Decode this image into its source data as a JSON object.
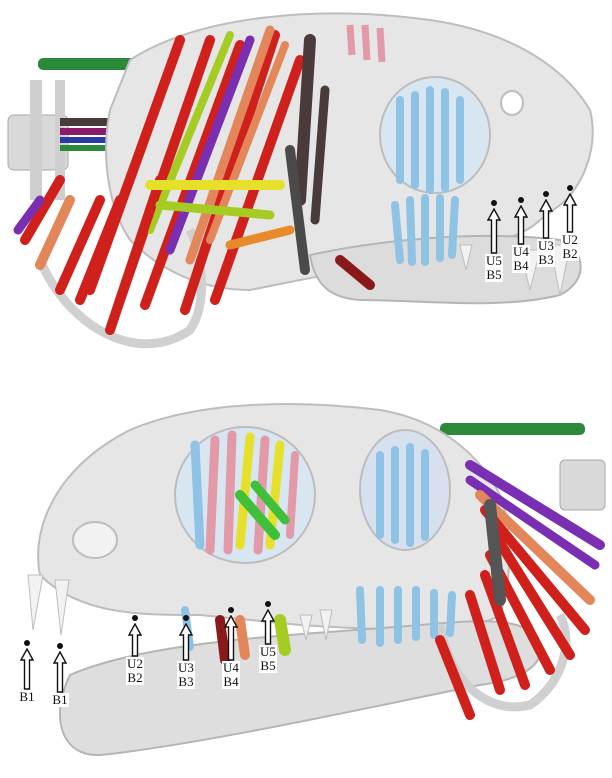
{
  "top_panel": {
    "markers": [
      {
        "id": "u5b5",
        "lines": [
          "U5",
          "B5"
        ]
      },
      {
        "id": "u4b4",
        "lines": [
          "U4",
          "B4"
        ]
      },
      {
        "id": "u3b3",
        "lines": [
          "U3",
          "B3"
        ]
      },
      {
        "id": "u2b2",
        "lines": [
          "U2",
          "B2"
        ]
      }
    ]
  },
  "bottom_panel": {
    "markers": [
      {
        "id": "b1a",
        "lines": [
          "B1"
        ]
      },
      {
        "id": "b1b",
        "lines": [
          "B1"
        ]
      },
      {
        "id": "u2b2",
        "lines": [
          "U2",
          "B2"
        ]
      },
      {
        "id": "u3b3",
        "lines": [
          "U3",
          "B3"
        ]
      },
      {
        "id": "u4b4",
        "lines": [
          "U4",
          "B4"
        ]
      },
      {
        "id": "u5b5",
        "lines": [
          "U5",
          "B5"
        ]
      }
    ]
  },
  "colors": {
    "bone": "#e6e6e6",
    "bone_shadow": "#bdbdbd",
    "muscle_red": "#d0201c",
    "muscle_purple": "#7a2fb3",
    "muscle_orange": "#e3865a",
    "muscle_green": "#2a8a3a",
    "muscle_lime": "#a5cc22",
    "muscle_yellow": "#e6e02a",
    "muscle_pink": "#e39aa8",
    "muscle_blue": "#8ec3e6",
    "muscle_dark": "#4a3a3a",
    "muscle_navy": "#2a3aa0"
  }
}
